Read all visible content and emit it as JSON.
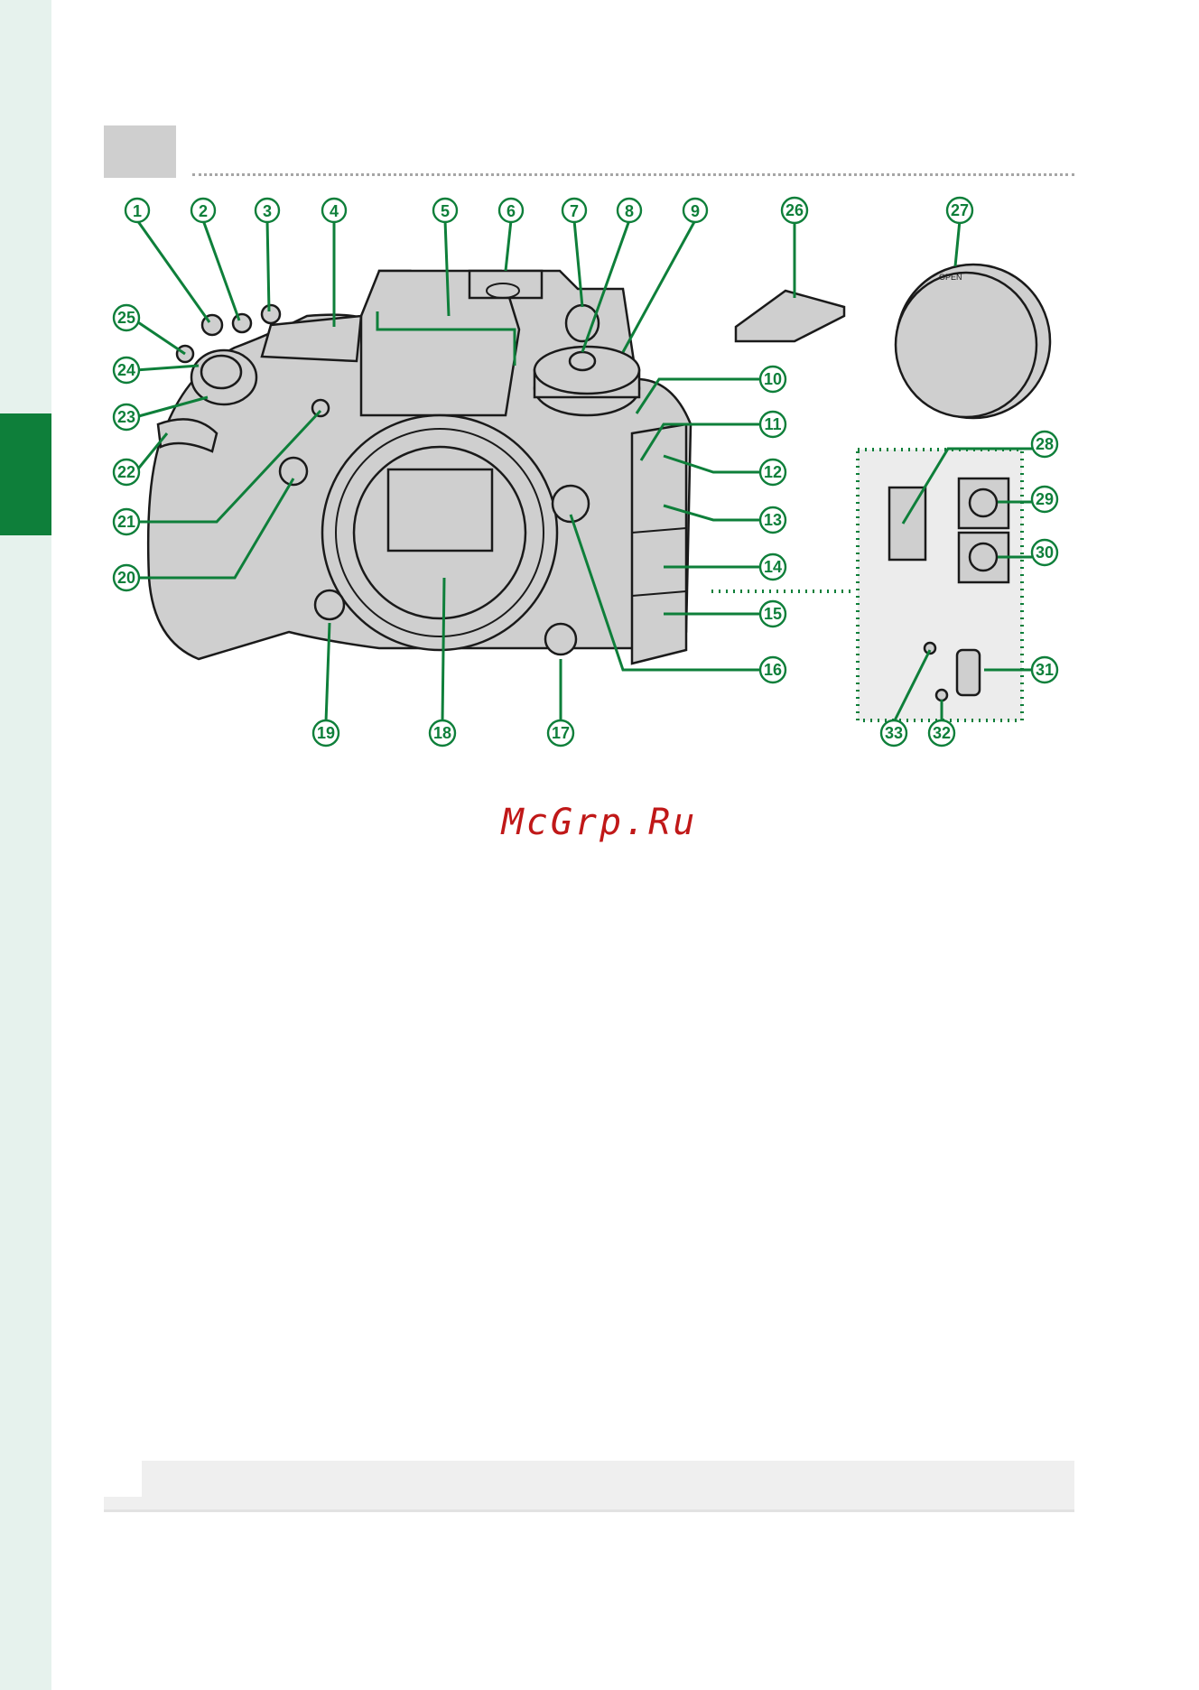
{
  "watermark": "McGrp.Ru",
  "colors": {
    "accent_green": "#0e7f3a",
    "sidebar_tint": "#e6f2ed",
    "camera_gray": "#cfcfcf",
    "watermark_red": "#c01818"
  },
  "figure": {
    "callouts": [
      "1",
      "2",
      "3",
      "4",
      "5",
      "6",
      "7",
      "8",
      "9",
      "10",
      "11",
      "12",
      "13",
      "14",
      "15",
      "16",
      "17",
      "18",
      "19",
      "20",
      "21",
      "22",
      "23",
      "24",
      "25",
      "26",
      "27",
      "28",
      "29",
      "30",
      "31",
      "32",
      "33"
    ],
    "body_cap_text": "OPEN"
  }
}
